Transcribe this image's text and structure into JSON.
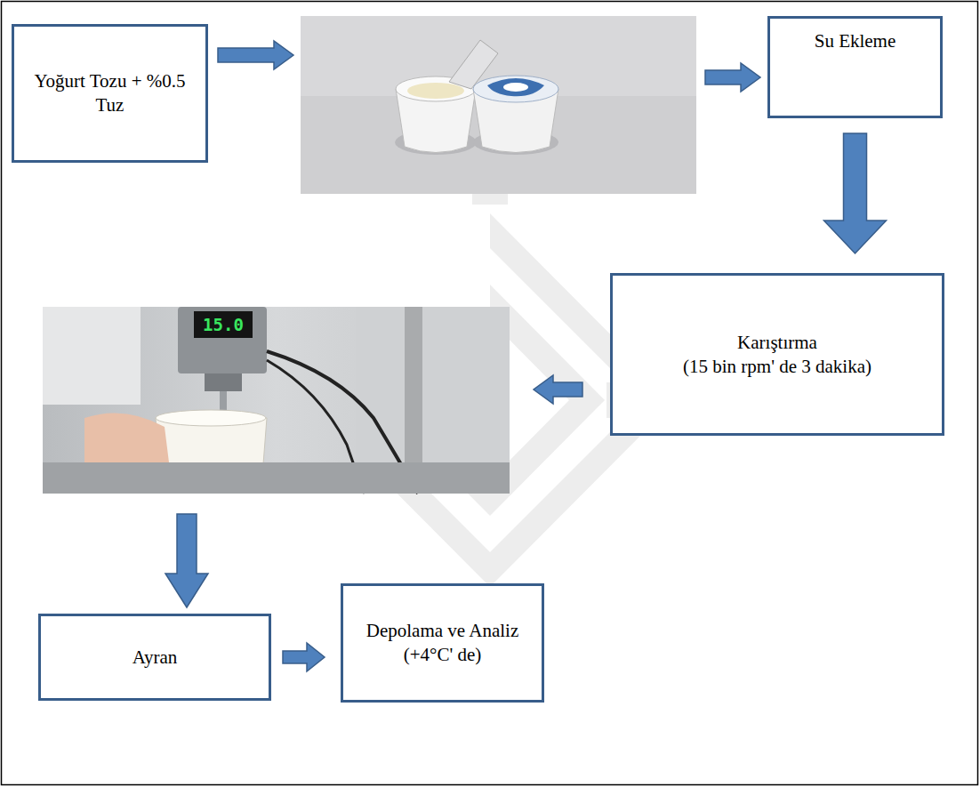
{
  "diagram": {
    "nodes": [
      {
        "text": [
          "Yoğurt Tozu + %0.5 Tuz"
        ]
      },
      {
        "text": [
          "Su Ekleme"
        ]
      },
      {
        "text": [
          "Karıştırma",
          "(15 bin rpm' de 3 dakika)"
        ]
      },
      {
        "text": [
          "Ayran"
        ]
      },
      {
        "text": [
          "Depolama ve Analiz",
          "(+4°C' de)"
        ]
      }
    ],
    "edges": [
      {
        "from": 1,
        "to": 2,
        "arrow": "to"
      },
      {
        "from": 3,
        "to": 4,
        "arrow": "to"
      }
    ],
    "labels": [
      "15.0"
    ]
  }
}
